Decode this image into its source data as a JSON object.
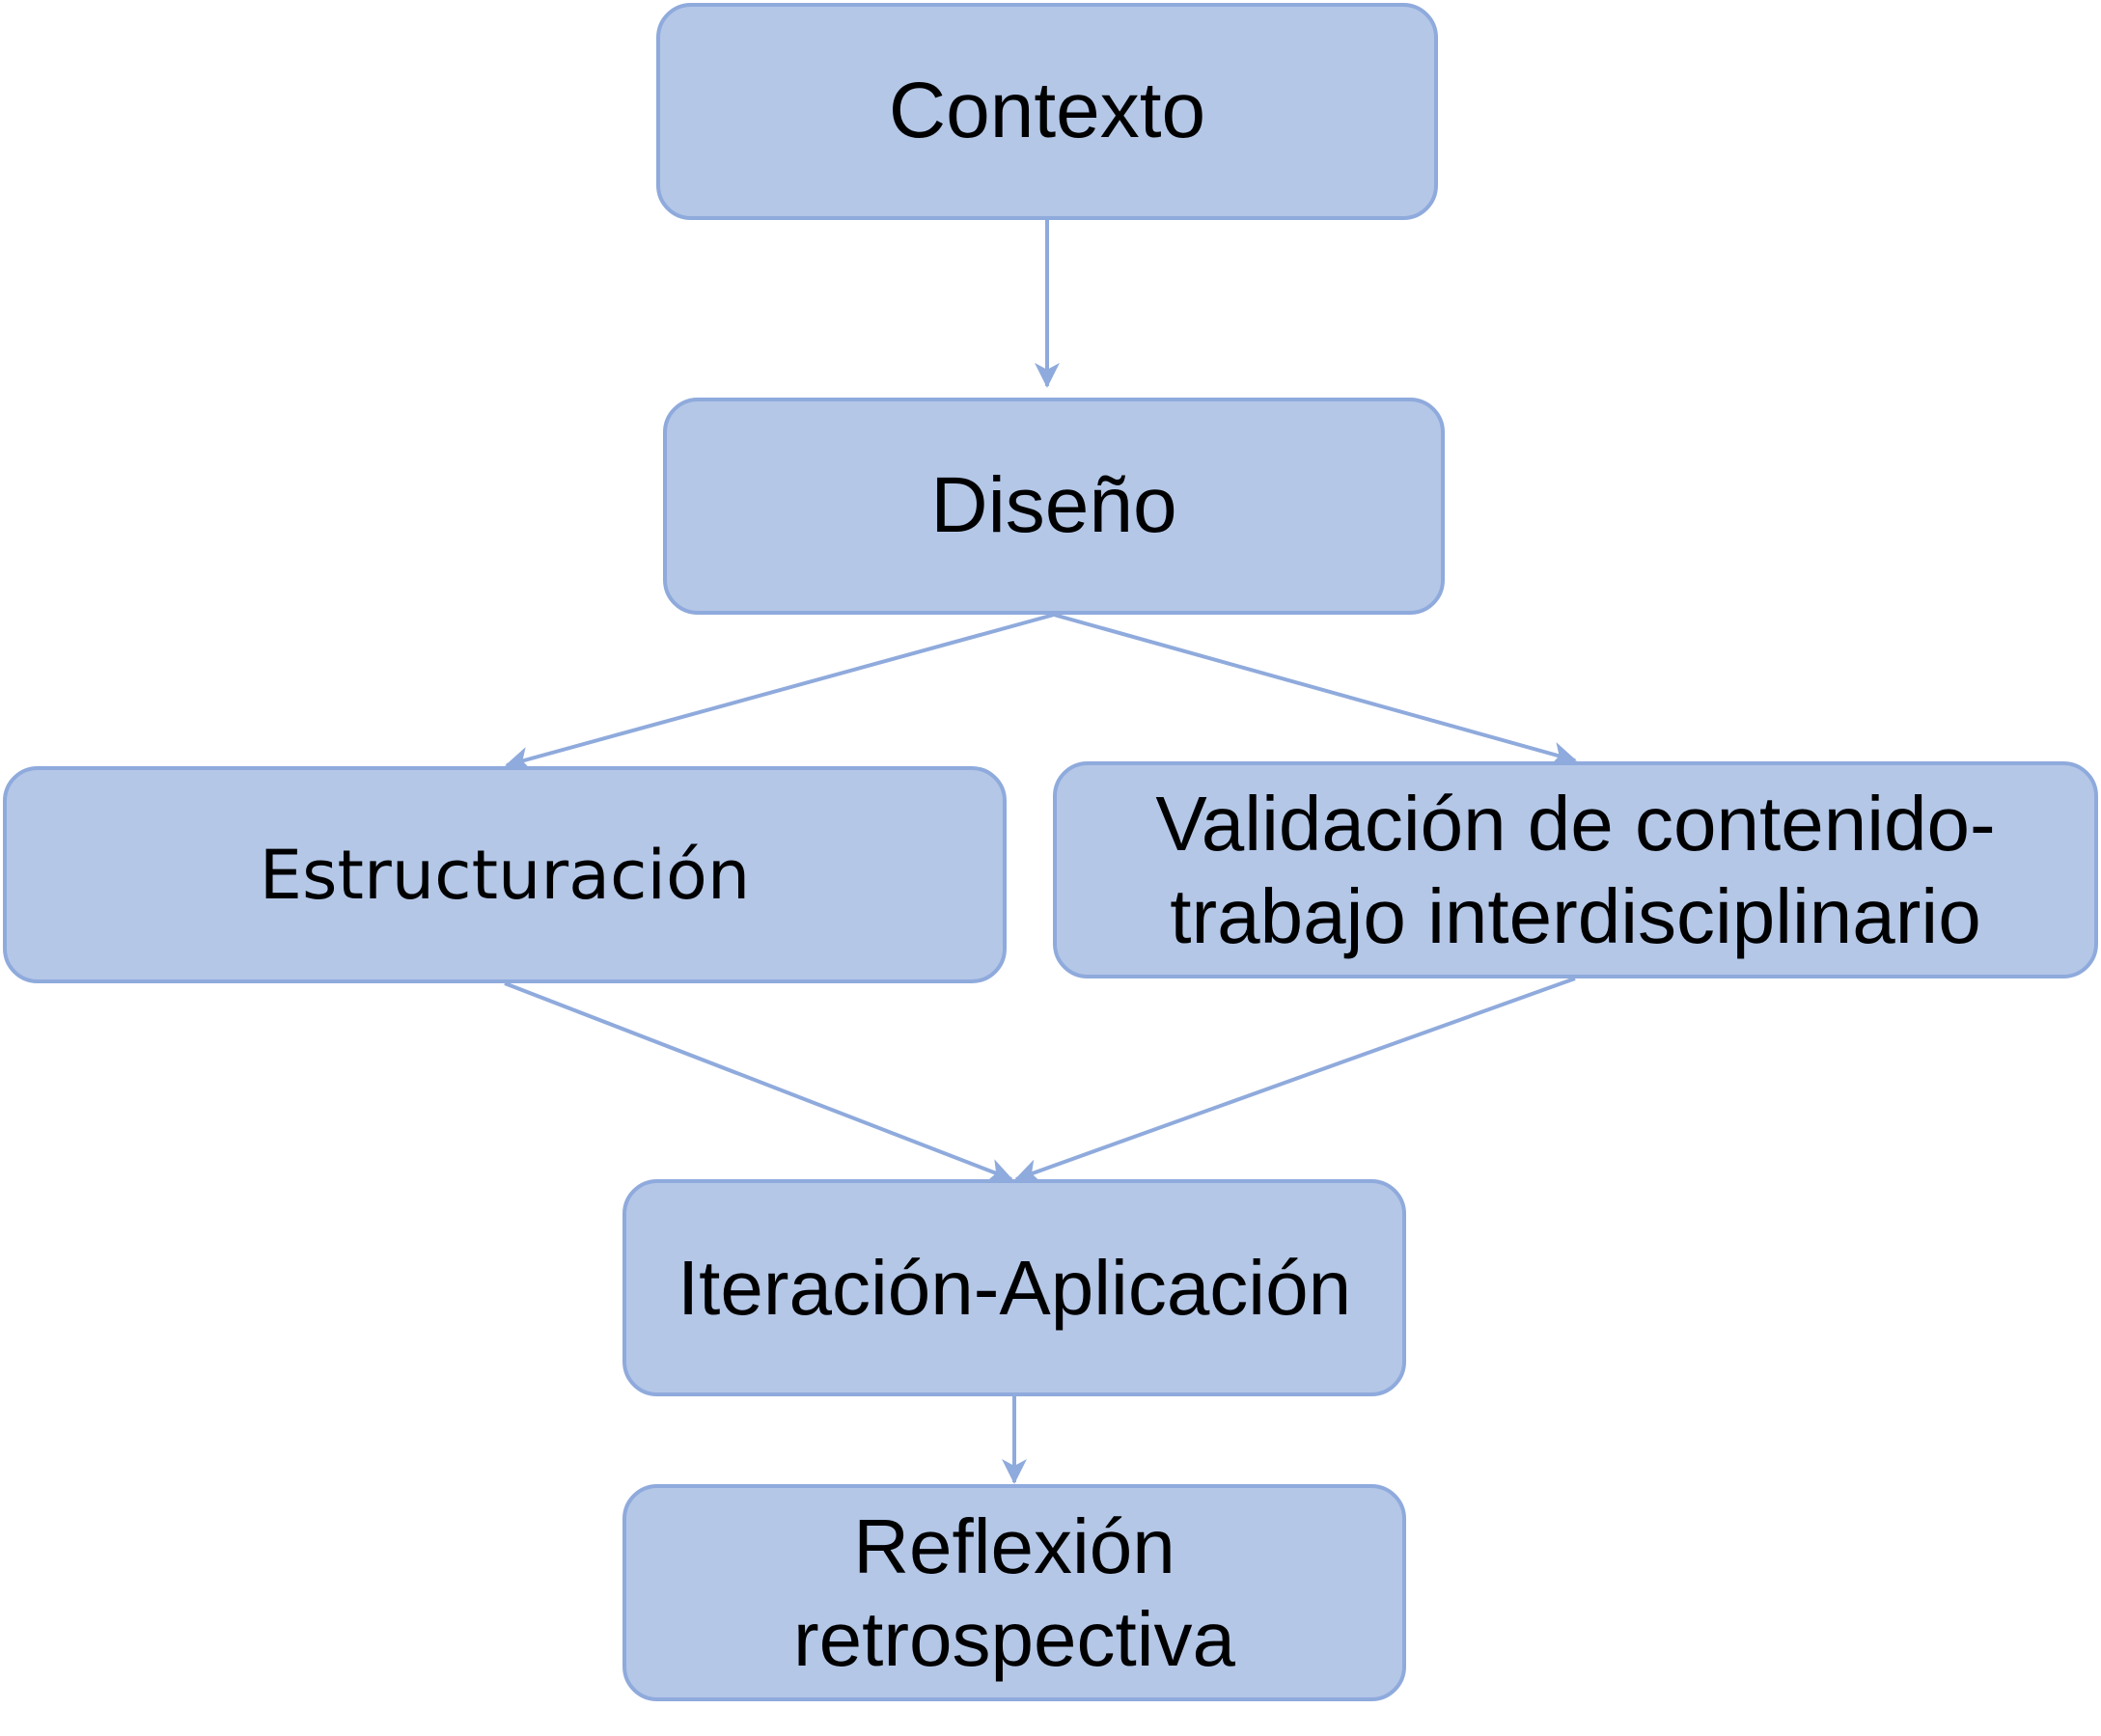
{
  "diagram": {
    "colors": {
      "node_fill": "#b4c7e7",
      "node_border": "#8faadc",
      "connector": "#8faadc",
      "text": "#000000"
    },
    "nodes": {
      "contexto": {
        "label": "Contexto"
      },
      "diseno": {
        "label": "Diseño"
      },
      "estructuracion": {
        "label": "Estructuración"
      },
      "validacion": {
        "line1": "Validación de contenido-",
        "line2": "trabajo interdisciplinario"
      },
      "iteracion": {
        "label": "Iteración-Aplicación"
      },
      "reflexion": {
        "line1": "Reflexión",
        "line2": "retrospectiva"
      }
    },
    "edges": [
      {
        "from": "contexto",
        "to": "diseno"
      },
      {
        "from": "diseno",
        "to": "estructuracion"
      },
      {
        "from": "diseno",
        "to": "validacion"
      },
      {
        "from": "estructuracion",
        "to": "iteracion"
      },
      {
        "from": "validacion",
        "to": "iteracion"
      },
      {
        "from": "iteracion",
        "to": "reflexion"
      }
    ]
  }
}
